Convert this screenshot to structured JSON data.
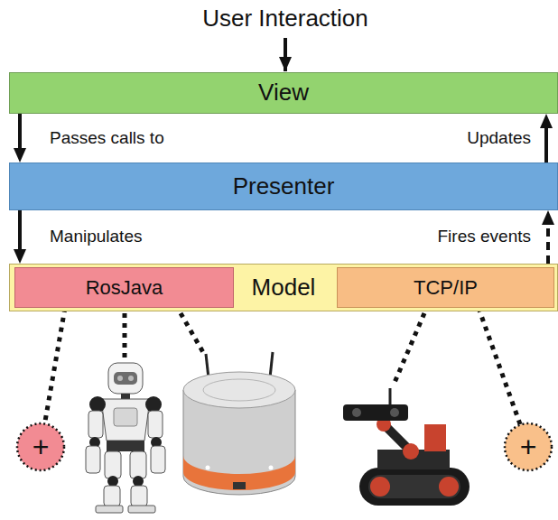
{
  "diagram": {
    "nodes": [
      {
        "text": [
          "View"
        ]
      },
      {
        "text": [
          "Presenter"
        ]
      },
      {
        "text": [
          "Model"
        ]
      },
      {
        "text": [
          "RosJava"
        ],
        "in": 2
      },
      {
        "text": [
          "TCP/IP"
        ],
        "in": 2
      },
      {
        "text": [
          "+"
        ]
      },
      {
        "text": [
          "+"
        ]
      }
    ],
    "edges": [
      {
        "from": 0,
        "to": 1,
        "arrow": "to",
        "label": "Passes calls to"
      },
      {
        "from": 1,
        "to": 0,
        "arrow": "to",
        "label": "Updates"
      },
      {
        "from": 1,
        "to": 2,
        "arrow": "to",
        "label": "Manipulates"
      },
      {
        "from": 2,
        "to": 1,
        "arrow": "to",
        "label": "Fires events"
      },
      {
        "from": 3,
        "to": 5,
        "arrow": "none"
      },
      {
        "from": 4,
        "to": 6,
        "arrow": "none"
      }
    ],
    "labels": [
      "User Interaction"
    ]
  }
}
